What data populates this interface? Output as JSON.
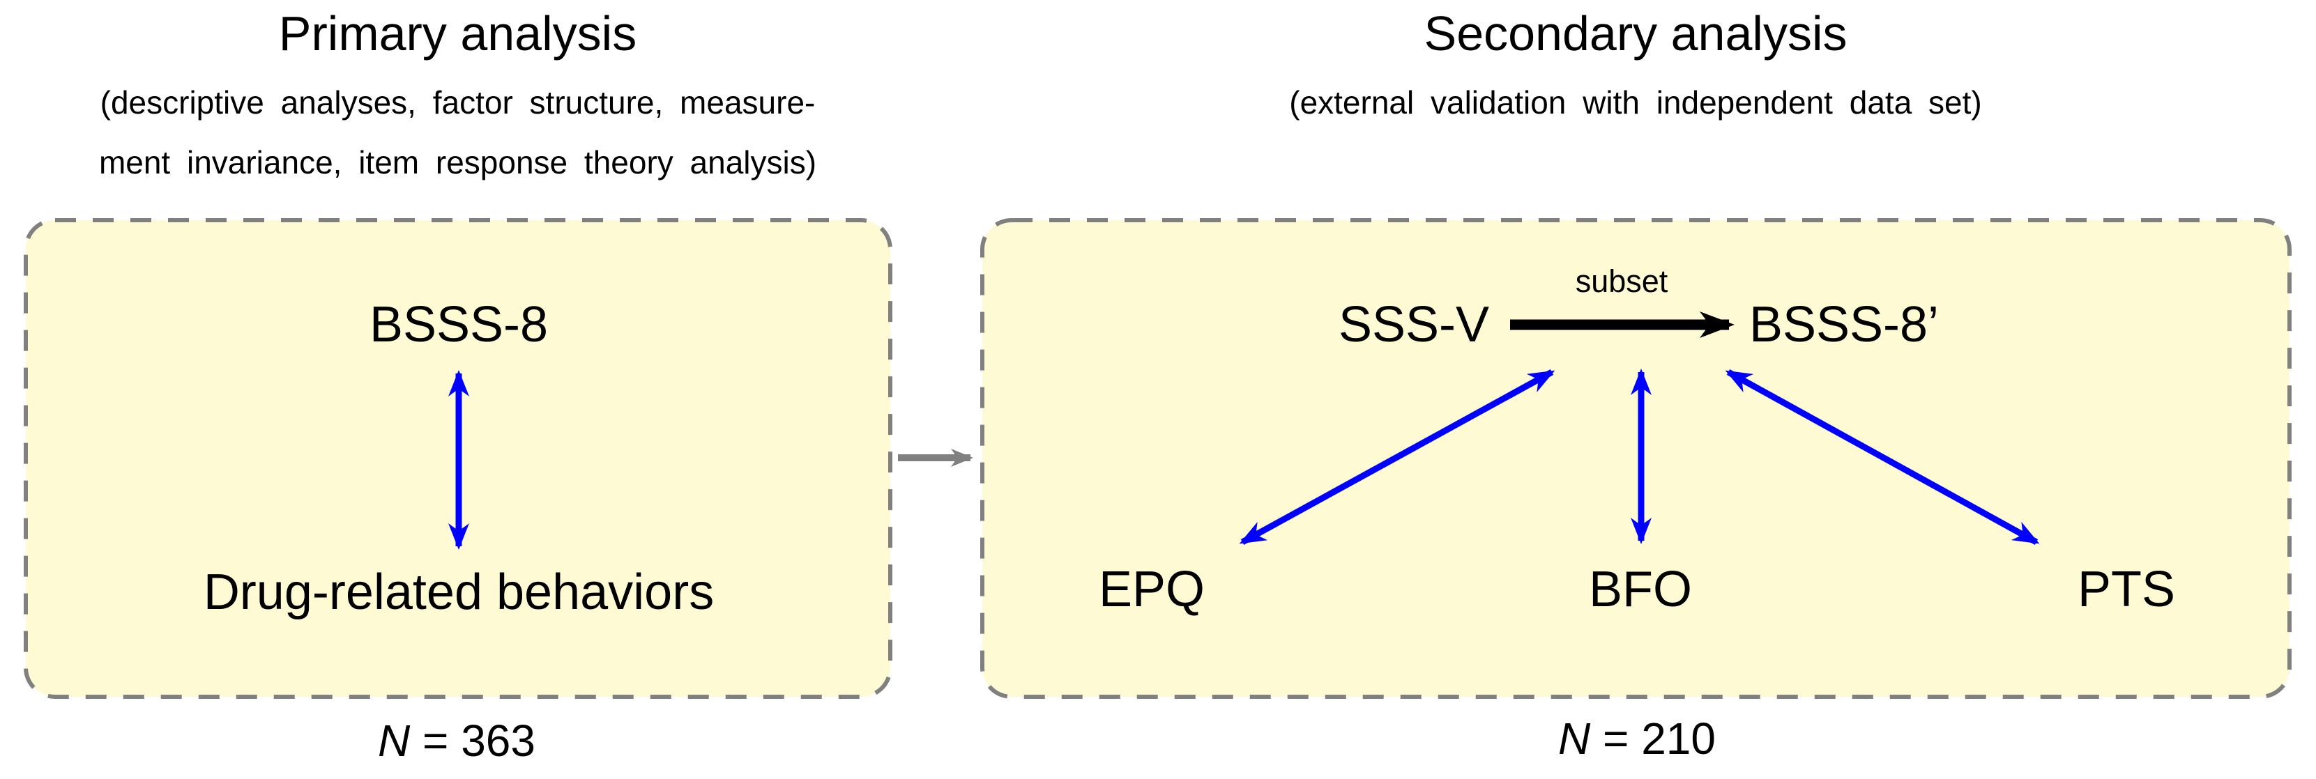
{
  "colors": {
    "background": "#FFFFFF",
    "box_fill": "#FEFAD4",
    "box_border": "#808080",
    "arrow_blue": "#0000FF",
    "arrow_black": "#000000",
    "arrow_gray": "#808080",
    "text": "#000000"
  },
  "primary": {
    "title": "Primary analysis",
    "subtitle_line1": "(descriptive analyses, factor structure, measure-",
    "subtitle_line2": "ment invariance, item response theory analysis)",
    "nodes": {
      "top": "BSSS-8",
      "bottom": "Drug-related behaviors"
    },
    "n_symbol": "N",
    "n_value": "= 363"
  },
  "secondary": {
    "title": "Secondary analysis",
    "subtitle": "(external validation with independent data set)",
    "arrow_label": "subset",
    "nodes": {
      "source": "SSS-V",
      "target": "BSSS-8’",
      "left": "EPQ",
      "middle": "BFO",
      "right": "PTS"
    },
    "n_symbol": "N",
    "n_value": "= 210"
  }
}
